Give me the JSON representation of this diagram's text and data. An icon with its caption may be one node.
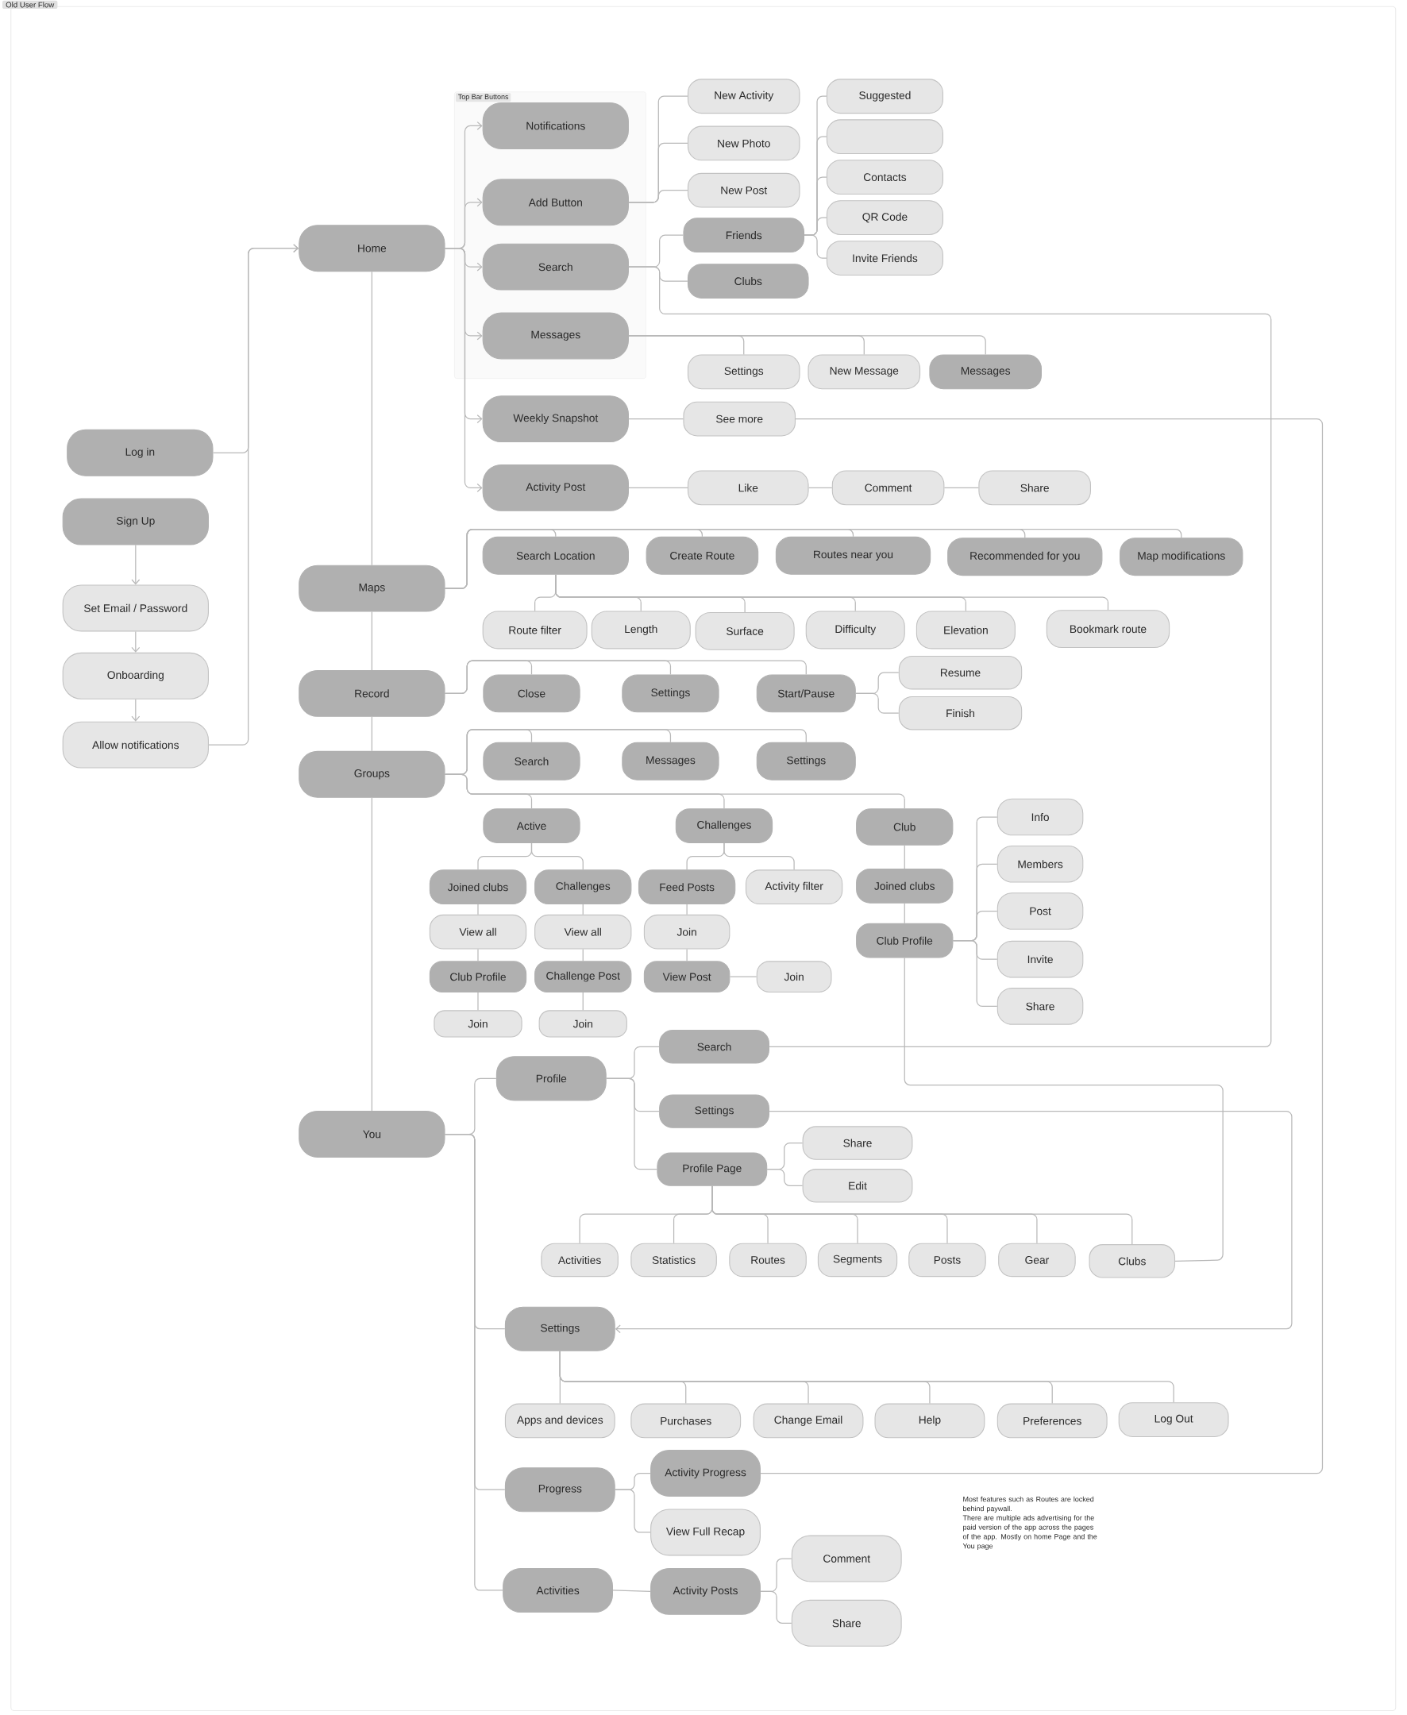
{
  "diagram": {
    "title": "Old User Flow",
    "nodes": [
      {
        "text": [
          "Top Bar Buttons"
        ]
      },
      {
        "text": [
          "Notifications"
        ],
        "in": 0
      },
      {
        "text": [
          "Add Button"
        ],
        "in": 0
      },
      {
        "text": [
          "Search"
        ],
        "in": 0
      },
      {
        "text": [
          "Messages"
        ],
        "in": 0
      },
      {
        "text": [
          "Home"
        ]
      },
      {
        "text": [
          "Weekly Snapshot"
        ]
      },
      {
        "text": [
          "Activity Post"
        ]
      },
      {
        "text": [
          "Log in"
        ]
      },
      {
        "text": [
          "Sign Up"
        ]
      },
      {
        "text": [
          "Set Email / Password"
        ]
      },
      {
        "text": [
          "Onboarding"
        ]
      },
      {
        "text": [
          "Allow notifications"
        ]
      },
      {
        "text": [
          "New Activity"
        ]
      },
      {
        "text": [
          "New Photo"
        ]
      },
      {
        "text": [
          "New Post"
        ]
      },
      {
        "text": [
          "Friends"
        ]
      },
      {
        "text": [
          "Clubs"
        ]
      },
      {
        "text": [
          "Suggested"
        ]
      },
      {
        "text": [],
        "shape": "box"
      },
      {
        "text": [
          "Contacts"
        ]
      },
      {
        "text": [
          "QR Code"
        ]
      },
      {
        "text": [
          "Invite Friends"
        ]
      },
      {
        "text": [
          "Settings"
        ]
      },
      {
        "text": [
          "New Message"
        ]
      },
      {
        "text": [
          "Messages"
        ]
      },
      {
        "text": [
          "See more"
        ]
      },
      {
        "text": [
          "Like"
        ]
      },
      {
        "text": [
          "Comment"
        ]
      },
      {
        "text": [
          "Share"
        ]
      },
      {
        "text": [
          "Maps"
        ]
      },
      {
        "text": [
          "Search Location"
        ]
      },
      {
        "text": [
          "Create Route"
        ]
      },
      {
        "text": [
          "Routes near you"
        ]
      },
      {
        "text": [
          "Recommended for you"
        ]
      },
      {
        "text": [
          "Map modifications"
        ]
      },
      {
        "text": [
          "Route filter"
        ]
      },
      {
        "text": [
          "Length"
        ]
      },
      {
        "text": [
          "Surface"
        ]
      },
      {
        "text": [
          "Difficulty"
        ]
      },
      {
        "text": [
          "Elevation"
        ]
      },
      {
        "text": [
          "Bookmark route"
        ]
      },
      {
        "text": [
          "Record"
        ]
      },
      {
        "text": [
          "Close"
        ]
      },
      {
        "text": [
          "Settings"
        ]
      },
      {
        "text": [
          "Start/Pause"
        ]
      },
      {
        "text": [
          "Resume"
        ]
      },
      {
        "text": [
          "Finish"
        ]
      },
      {
        "text": [
          "Groups"
        ]
      },
      {
        "text": [
          "Search"
        ]
      },
      {
        "text": [
          "Messages"
        ]
      },
      {
        "text": [
          "Settings"
        ]
      },
      {
        "text": [
          "Active"
        ]
      },
      {
        "text": [
          "Challenges"
        ]
      },
      {
        "text": [
          "Club"
        ]
      },
      {
        "text": [
          "Joined clubs"
        ]
      },
      {
        "text": [
          "Challenges"
        ]
      },
      {
        "text": [
          "Feed Posts"
        ]
      },
      {
        "text": [
          "Activity filter"
        ]
      },
      {
        "text": [
          "Joined clubs"
        ]
      },
      {
        "text": [
          "Club Profile"
        ]
      },
      {
        "text": [
          "Info"
        ]
      },
      {
        "text": [
          "Members"
        ]
      },
      {
        "text": [
          "Post"
        ]
      },
      {
        "text": [
          "Invite"
        ]
      },
      {
        "text": [
          "Share"
        ]
      },
      {
        "text": [
          "View all"
        ]
      },
      {
        "text": [
          "View all"
        ]
      },
      {
        "text": [
          "Join"
        ]
      },
      {
        "text": [
          "Club Profile"
        ]
      },
      {
        "text": [
          "Challenge Post"
        ]
      },
      {
        "text": [
          "View Post"
        ]
      },
      {
        "text": [
          "Join"
        ]
      },
      {
        "text": [
          "Join"
        ]
      },
      {
        "text": [
          "Join"
        ]
      },
      {
        "text": [
          "You"
        ]
      },
      {
        "text": [
          "Profile"
        ]
      },
      {
        "text": [
          "Search"
        ]
      },
      {
        "text": [
          "Settings"
        ]
      },
      {
        "text": [
          "Profile Page"
        ]
      },
      {
        "text": [
          "Share"
        ]
      },
      {
        "text": [
          "Edit"
        ]
      },
      {
        "text": [
          "Activities"
        ]
      },
      {
        "text": [
          "Statistics"
        ]
      },
      {
        "text": [
          "Routes"
        ]
      },
      {
        "text": [
          "Segments"
        ]
      },
      {
        "text": [
          "Posts"
        ]
      },
      {
        "text": [
          "Gear"
        ]
      },
      {
        "text": [
          "Clubs"
        ]
      },
      {
        "text": [
          "Settings"
        ]
      },
      {
        "text": [
          "Apps and devices"
        ]
      },
      {
        "text": [
          "Purchases"
        ]
      },
      {
        "text": [
          "Change Email"
        ]
      },
      {
        "text": [
          "Help"
        ]
      },
      {
        "text": [
          "Preferences"
        ]
      },
      {
        "text": [
          "Log Out"
        ]
      },
      {
        "text": [
          "Progress"
        ]
      },
      {
        "text": [
          "Activity Progress"
        ]
      },
      {
        "text": [
          "View Full Recap"
        ]
      },
      {
        "text": [
          "Activities"
        ]
      },
      {
        "text": [
          "Activity Posts"
        ]
      },
      {
        "text": [
          "Comment"
        ]
      },
      {
        "text": [
          "Share"
        ]
      }
    ],
    "edges": [
      {
        "from": 8,
        "to": 5,
        "arrow": "to"
      },
      {
        "from": 12,
        "to": 5,
        "arrow": "to"
      },
      {
        "from": 9,
        "to": 10,
        "arrow": "to"
      },
      {
        "from": 10,
        "to": 11,
        "arrow": "to"
      },
      {
        "from": 11,
        "to": 12,
        "arrow": "to"
      },
      {
        "from": 5,
        "to": 1,
        "arrow": "to"
      },
      {
        "from": 5,
        "to": 2,
        "arrow": "to"
      },
      {
        "from": 5,
        "to": 3,
        "arrow": "to"
      },
      {
        "from": 5,
        "to": 4,
        "arrow": "to"
      },
      {
        "from": 5,
        "to": 6,
        "arrow": "to"
      },
      {
        "from": 5,
        "to": 7,
        "arrow": "to"
      },
      {
        "from": 5,
        "to": 30,
        "arrow": "none"
      },
      {
        "from": 30,
        "to": 42,
        "arrow": "none"
      },
      {
        "from": 42,
        "to": 48,
        "arrow": "none"
      },
      {
        "from": 48,
        "to": 75,
        "arrow": "none"
      },
      {
        "from": 2,
        "to": 13,
        "arrow": "none"
      },
      {
        "from": 2,
        "to": 14,
        "arrow": "none"
      },
      {
        "from": 2,
        "to": 15,
        "arrow": "none"
      },
      {
        "from": 3,
        "to": 16,
        "arrow": "none"
      },
      {
        "from": 3,
        "to": 17,
        "arrow": "none"
      },
      {
        "from": 3,
        "to": 77,
        "arrow": "none"
      },
      {
        "from": 16,
        "to": 18,
        "arrow": "none"
      },
      {
        "from": 16,
        "to": 19,
        "arrow": "none"
      },
      {
        "from": 16,
        "to": 20,
        "arrow": "none"
      },
      {
        "from": 16,
        "to": 21,
        "arrow": "none"
      },
      {
        "from": 16,
        "to": 22,
        "arrow": "none"
      },
      {
        "from": 4,
        "to": 23,
        "arrow": "none"
      },
      {
        "from": 4,
        "to": 24,
        "arrow": "none"
      },
      {
        "from": 4,
        "to": 25,
        "arrow": "none"
      },
      {
        "from": 6,
        "to": 26,
        "arrow": "none"
      },
      {
        "from": 26,
        "to": 97,
        "arrow": "none"
      },
      {
        "from": 7,
        "to": 27,
        "arrow": "none"
      },
      {
        "from": 27,
        "to": 28,
        "arrow": "none"
      },
      {
        "from": 28,
        "to": 29,
        "arrow": "none"
      },
      {
        "from": 30,
        "to": 31,
        "arrow": "none"
      },
      {
        "from": 30,
        "to": 32,
        "arrow": "none"
      },
      {
        "from": 30,
        "to": 33,
        "arrow": "none"
      },
      {
        "from": 30,
        "to": 34,
        "arrow": "none"
      },
      {
        "from": 30,
        "to": 35,
        "arrow": "none"
      },
      {
        "from": 31,
        "to": 36,
        "arrow": "none"
      },
      {
        "from": 31,
        "to": 37,
        "arrow": "none"
      },
      {
        "from": 31,
        "to": 38,
        "arrow": "none"
      },
      {
        "from": 31,
        "to": 39,
        "arrow": "none"
      },
      {
        "from": 31,
        "to": 40,
        "arrow": "none"
      },
      {
        "from": 31,
        "to": 41,
        "arrow": "none"
      },
      {
        "from": 42,
        "to": 43,
        "arrow": "none"
      },
      {
        "from": 42,
        "to": 44,
        "arrow": "none"
      },
      {
        "from": 42,
        "to": 45,
        "arrow": "none"
      },
      {
        "from": 45,
        "to": 46,
        "arrow": "none"
      },
      {
        "from": 45,
        "to": 47,
        "arrow": "none"
      },
      {
        "from": 48,
        "to": 49,
        "arrow": "none"
      },
      {
        "from": 48,
        "to": 50,
        "arrow": "none"
      },
      {
        "from": 48,
        "to": 51,
        "arrow": "none"
      },
      {
        "from": 48,
        "to": 52,
        "arrow": "none"
      },
      {
        "from": 48,
        "to": 53,
        "arrow": "none"
      },
      {
        "from": 48,
        "to": 54,
        "arrow": "none"
      },
      {
        "from": 52,
        "to": 55,
        "arrow": "none"
      },
      {
        "from": 52,
        "to": 56,
        "arrow": "none"
      },
      {
        "from": 53,
        "to": 57,
        "arrow": "none"
      },
      {
        "from": 53,
        "to": 58,
        "arrow": "none"
      },
      {
        "from": 55,
        "to": 66,
        "arrow": "none"
      },
      {
        "from": 66,
        "to": 69,
        "arrow": "none"
      },
      {
        "from": 69,
        "to": 73,
        "arrow": "none"
      },
      {
        "from": 56,
        "to": 67,
        "arrow": "none"
      },
      {
        "from": 67,
        "to": 70,
        "arrow": "none"
      },
      {
        "from": 70,
        "to": 74,
        "arrow": "none"
      },
      {
        "from": 57,
        "to": 68,
        "arrow": "none"
      },
      {
        "from": 68,
        "to": 71,
        "arrow": "none"
      },
      {
        "from": 71,
        "to": 72,
        "arrow": "none"
      },
      {
        "from": 54,
        "to": 59,
        "arrow": "none"
      },
      {
        "from": 59,
        "to": 60,
        "arrow": "none"
      },
      {
        "from": 60,
        "to": 61,
        "arrow": "none"
      },
      {
        "from": 60,
        "to": 62,
        "arrow": "none"
      },
      {
        "from": 60,
        "to": 63,
        "arrow": "none"
      },
      {
        "from": 60,
        "to": 64,
        "arrow": "none"
      },
      {
        "from": 60,
        "to": 65,
        "arrow": "none"
      },
      {
        "from": 60,
        "to": 88,
        "arrow": "none"
      },
      {
        "from": 75,
        "to": 76,
        "arrow": "none"
      },
      {
        "from": 75,
        "to": 89,
        "arrow": "none"
      },
      {
        "from": 75,
        "to": 96,
        "arrow": "none"
      },
      {
        "from": 75,
        "to": 99,
        "arrow": "none"
      },
      {
        "from": 76,
        "to": 77,
        "arrow": "none"
      },
      {
        "from": 76,
        "to": 78,
        "arrow": "none"
      },
      {
        "from": 76,
        "to": 79,
        "arrow": "none"
      },
      {
        "from": 78,
        "to": 89,
        "arrow": "to"
      },
      {
        "from": 79,
        "to": 80,
        "arrow": "none"
      },
      {
        "from": 79,
        "to": 81,
        "arrow": "none"
      },
      {
        "from": 79,
        "to": 82,
        "arrow": "none"
      },
      {
        "from": 79,
        "to": 83,
        "arrow": "none"
      },
      {
        "from": 79,
        "to": 84,
        "arrow": "none"
      },
      {
        "from": 79,
        "to": 85,
        "arrow": "none"
      },
      {
        "from": 79,
        "to": 86,
        "arrow": "none"
      },
      {
        "from": 79,
        "to": 87,
        "arrow": "none"
      },
      {
        "from": 79,
        "to": 88,
        "arrow": "none"
      },
      {
        "from": 89,
        "to": 90,
        "arrow": "none"
      },
      {
        "from": 89,
        "to": 91,
        "arrow": "none"
      },
      {
        "from": 89,
        "to": 92,
        "arrow": "none"
      },
      {
        "from": 89,
        "to": 93,
        "arrow": "none"
      },
      {
        "from": 89,
        "to": 94,
        "arrow": "none"
      },
      {
        "from": 89,
        "to": 95,
        "arrow": "none"
      },
      {
        "from": 96,
        "to": 97,
        "arrow": "none"
      },
      {
        "from": 96,
        "to": 98,
        "arrow": "none"
      },
      {
        "from": 99,
        "to": 100,
        "arrow": "none"
      },
      {
        "from": 100,
        "to": 101,
        "arrow": "none"
      },
      {
        "from": 100,
        "to": 102,
        "arrow": "none"
      }
    ],
    "labels": [
      "Most features such as Routes are locked behind paywall.",
      "There are multiple ads advertising for the paid version of the app across the pages of the app. Mostly on home Page and the You page"
    ]
  }
}
